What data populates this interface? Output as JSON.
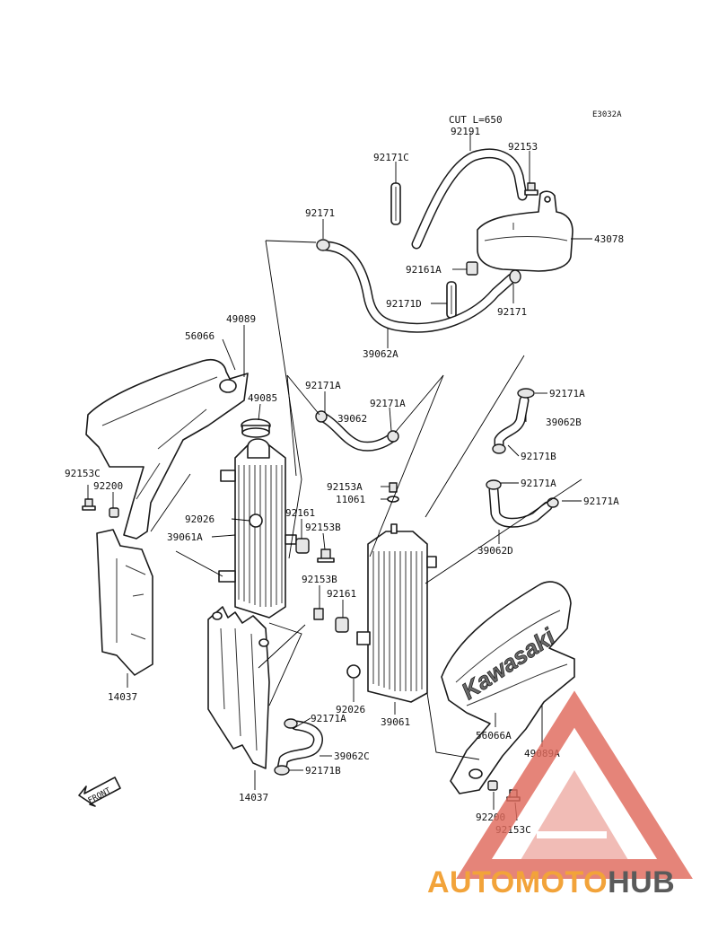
{
  "diagram_code": "E3032A",
  "hose_note": "CUT L=650",
  "front_label": "FRONT",
  "shroud_brand": "Kawasaki",
  "watermark": {
    "part1": "AUTOMOTO",
    "part2": "HUB",
    "color1": "#f2a33a",
    "color2": "#e06a5c",
    "color3": "#5a5a5a"
  },
  "labels": [
    {
      "id": "92191",
      "text": "92191"
    },
    {
      "id": "92153-top",
      "text": "92153"
    },
    {
      "id": "92171C",
      "text": "92171C"
    },
    {
      "id": "92171-a",
      "text": "92171"
    },
    {
      "id": "43078",
      "text": "43078"
    },
    {
      "id": "92161A",
      "text": "92161A"
    },
    {
      "id": "92171D",
      "text": "92171D"
    },
    {
      "id": "92171-b",
      "text": "92171"
    },
    {
      "id": "39062A",
      "text": "39062A"
    },
    {
      "id": "49089",
      "text": "49089"
    },
    {
      "id": "56066",
      "text": "56066"
    },
    {
      "id": "92171A-1",
      "text": "92171A"
    },
    {
      "id": "49085",
      "text": "49085"
    },
    {
      "id": "39062",
      "text": "39062"
    },
    {
      "id": "92171A-2",
      "text": "92171A"
    },
    {
      "id": "92171A-3",
      "text": "92171A"
    },
    {
      "id": "39062B",
      "text": "39062B"
    },
    {
      "id": "92171B-1",
      "text": "92171B"
    },
    {
      "id": "92171A-4",
      "text": "92171A"
    },
    {
      "id": "92171A-5",
      "text": "92171A"
    },
    {
      "id": "39062D",
      "text": "39062D"
    },
    {
      "id": "92153C-1",
      "text": "92153C"
    },
    {
      "id": "92200-1",
      "text": "92200"
    },
    {
      "id": "92153A",
      "text": "92153A"
    },
    {
      "id": "11061",
      "text": "11061"
    },
    {
      "id": "92026-1",
      "text": "92026"
    },
    {
      "id": "92161-1",
      "text": "92161"
    },
    {
      "id": "92153B-1",
      "text": "92153B"
    },
    {
      "id": "39061A",
      "text": "39061A"
    },
    {
      "id": "92153B-2",
      "text": "92153B"
    },
    {
      "id": "92161-2",
      "text": "92161"
    },
    {
      "id": "14037-1",
      "text": "14037"
    },
    {
      "id": "92026-2",
      "text": "92026"
    },
    {
      "id": "39061",
      "text": "39061"
    },
    {
      "id": "92171A-6",
      "text": "92171A"
    },
    {
      "id": "39062C",
      "text": "39062C"
    },
    {
      "id": "92171B-2",
      "text": "92171B"
    },
    {
      "id": "14037-2",
      "text": "14037"
    },
    {
      "id": "56066A",
      "text": "56066A"
    },
    {
      "id": "49089A",
      "text": "49089A"
    },
    {
      "id": "92200-2",
      "text": "92200"
    },
    {
      "id": "92153C-2",
      "text": "92153C"
    }
  ]
}
